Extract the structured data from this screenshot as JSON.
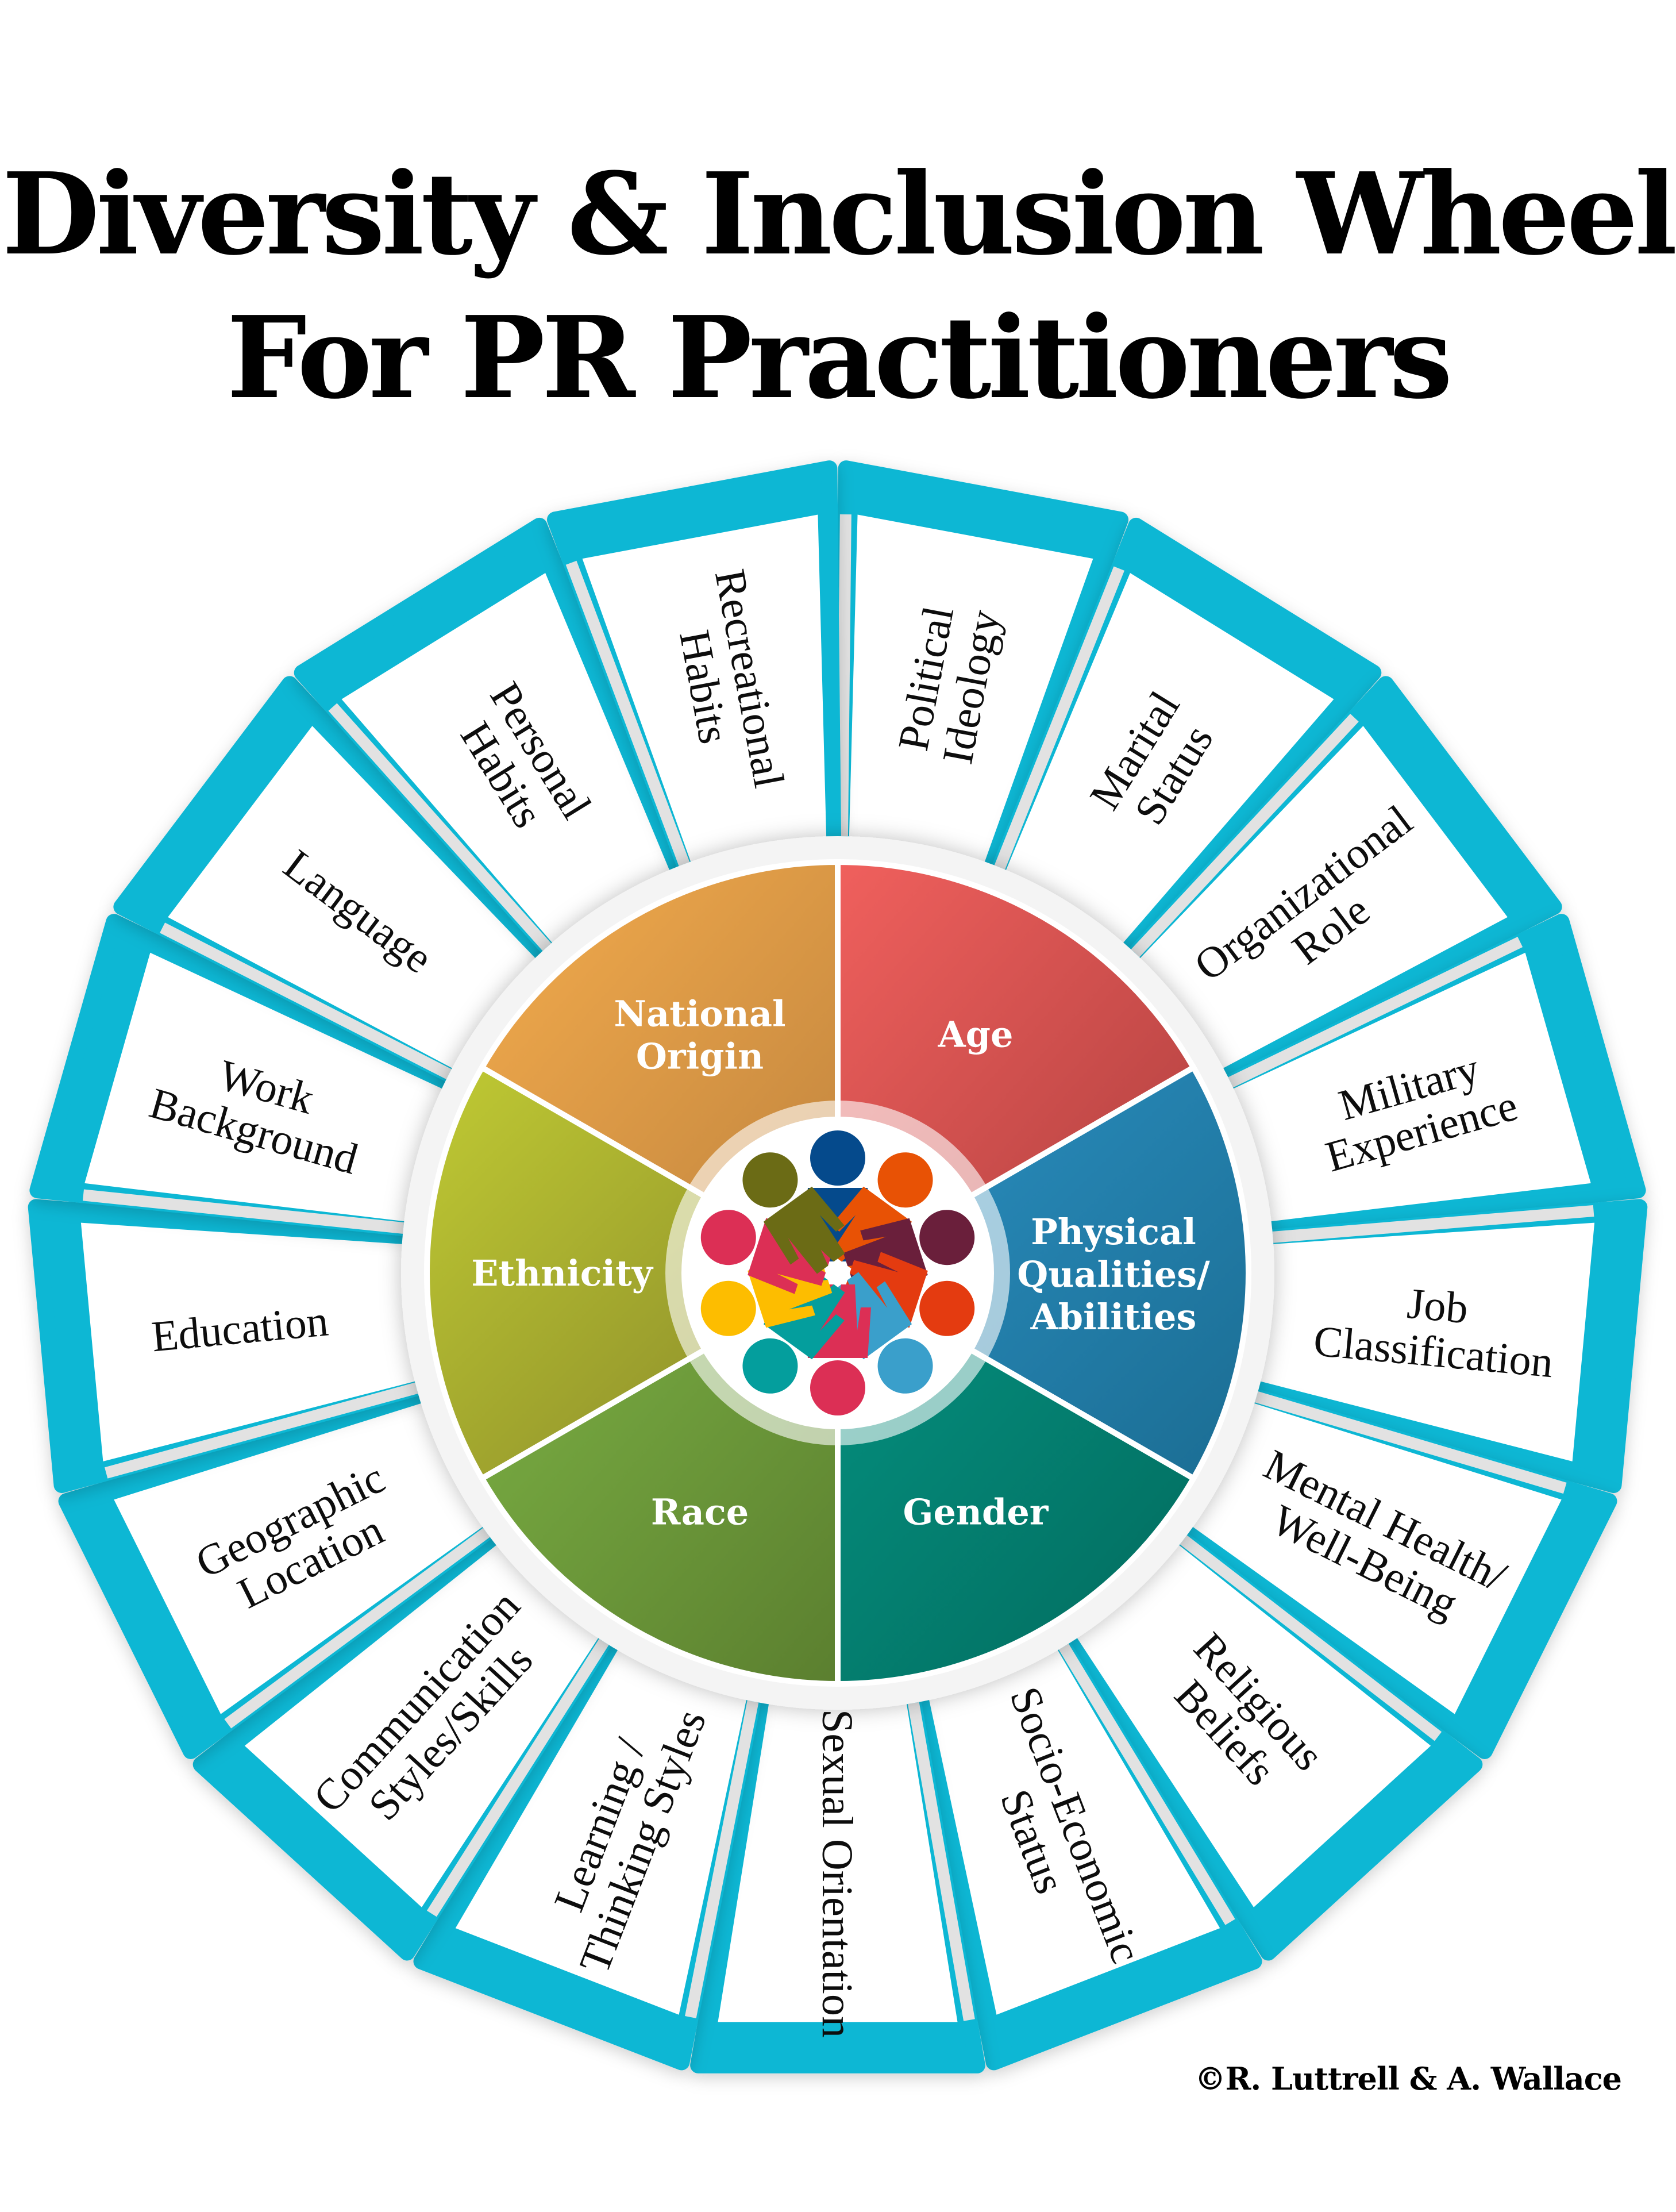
{
  "title": {
    "line1": "Diversity & Inclusion Wheel",
    "line2": "For PR Practitioners"
  },
  "colors": {
    "outer_rim": "#0db7d4",
    "outer_fill": "#ffffff",
    "divider": "#e2e2e2",
    "inner_ring": "#f4f4f4"
  },
  "inner_segments": [
    {
      "label": [
        "Age"
      ],
      "color": "#f0605d",
      "dark": "#b0403f"
    },
    {
      "label": [
        "Physical",
        "Qualities/",
        "Abilities"
      ],
      "color": "#2b90c2",
      "dark": "#1b6d93"
    },
    {
      "label": [
        "Gender"
      ],
      "color": "#05907f",
      "dark": "#026b5e"
    },
    {
      "label": [
        "Race"
      ],
      "color": "#7cb144",
      "dark": "#5b7f2f"
    },
    {
      "label": [
        "Ethnicity"
      ],
      "color": "#c0ca33",
      "dark": "#86862a"
    },
    {
      "label": [
        "National",
        "Origin"
      ],
      "color": "#f4ac4d",
      "dark": "#c0843e"
    }
  ],
  "outer_segments": [
    {
      "label": [
        "Political",
        "Ideology"
      ]
    },
    {
      "label": [
        "Marital",
        "Status"
      ]
    },
    {
      "label": [
        "Organizational",
        "Role"
      ]
    },
    {
      "label": [
        "Military",
        "Experience"
      ]
    },
    {
      "label": [
        "Job",
        "Classification"
      ]
    },
    {
      "label": [
        "Mental Health/",
        "Well-Being"
      ]
    },
    {
      "label": [
        "Religious",
        "Beliefs"
      ]
    },
    {
      "label": [
        "Socio-Economic",
        "Status"
      ]
    },
    {
      "label": [
        "Sexual Orientation"
      ]
    },
    {
      "label": [
        "Learning /",
        "Thinking Styles"
      ]
    },
    {
      "label": [
        "Communication",
        "Styles/Skills"
      ]
    },
    {
      "label": [
        "Geographic",
        "Location"
      ]
    },
    {
      "label": [
        "Education"
      ]
    },
    {
      "label": [
        "Work",
        "Background"
      ]
    },
    {
      "label": [
        "Language"
      ]
    },
    {
      "label": [
        "Personal",
        "Habits"
      ]
    },
    {
      "label": [
        "Recreational",
        "Habits"
      ]
    }
  ],
  "center_icon": {
    "name": "people-circle-icon",
    "figure_colors": [
      "#054a8c",
      "#e85205",
      "#6a1f3b",
      "#e43b10",
      "#3a9fcb",
      "#dc2f55",
      "#049e9d",
      "#fdbd00",
      "#dc2f55",
      "#6b6b15"
    ]
  },
  "credit": "©R. Luttrell & A. Wallace"
}
